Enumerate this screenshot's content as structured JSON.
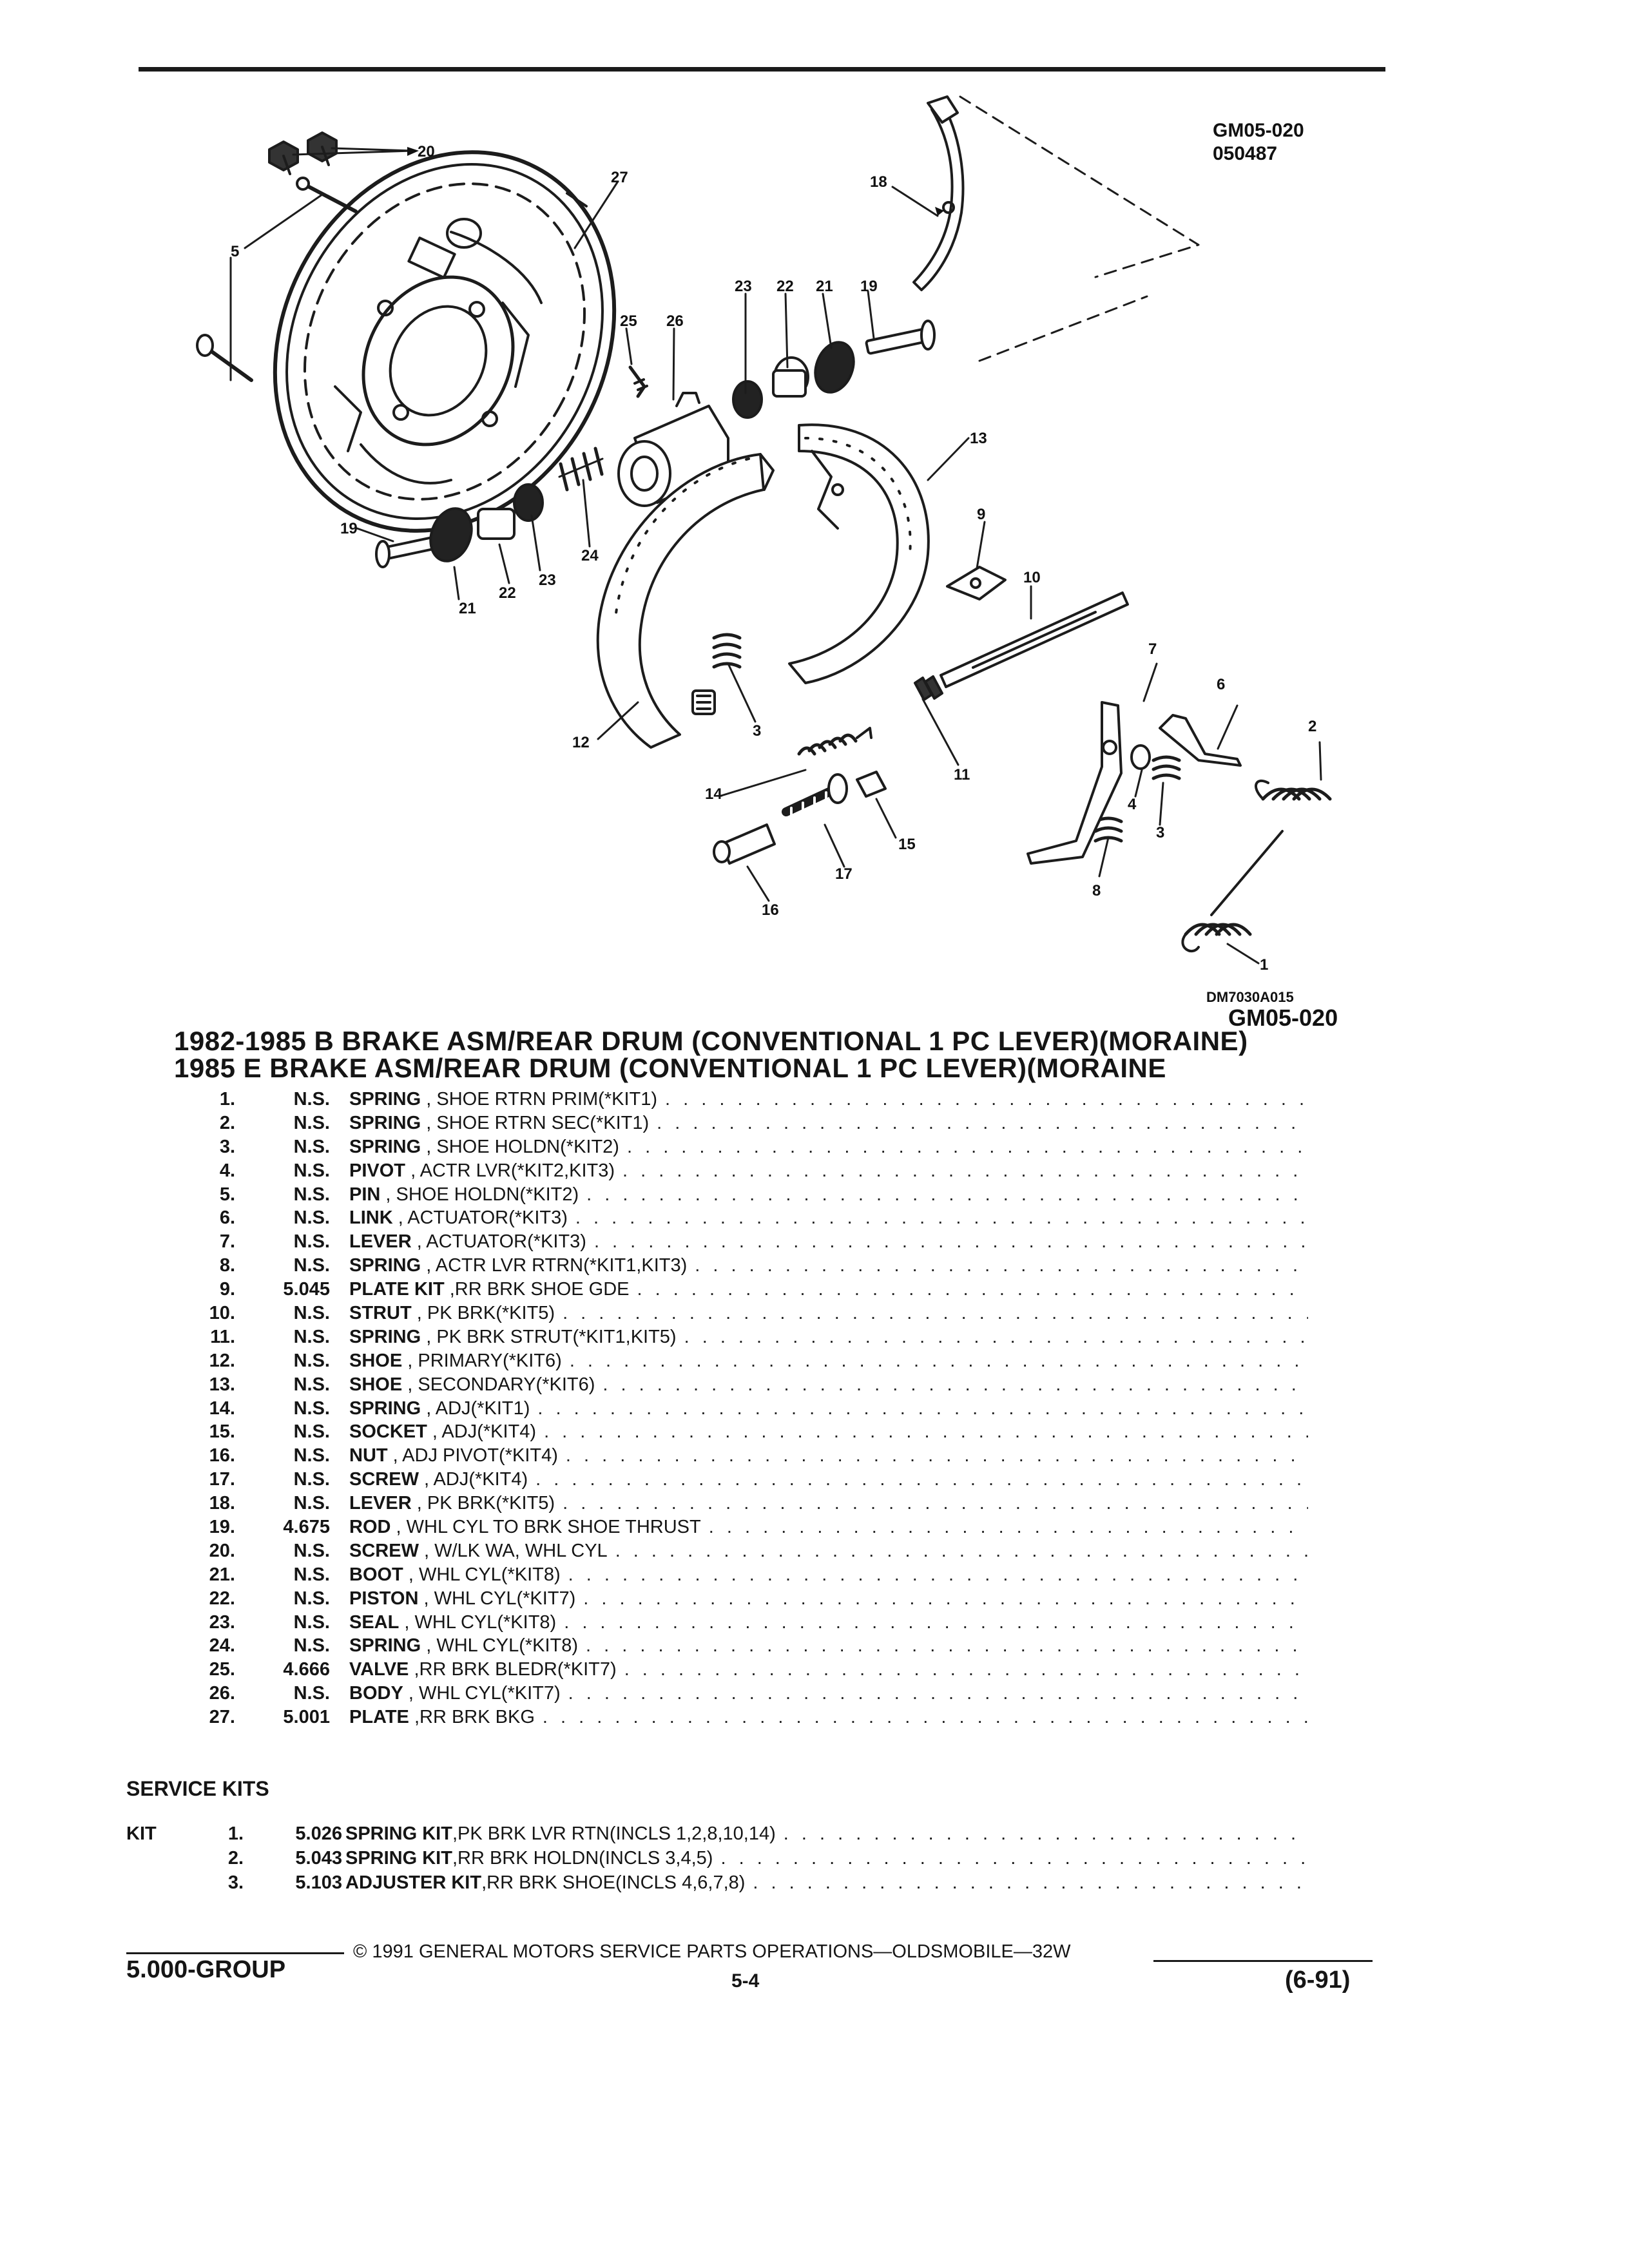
{
  "diagram": {
    "code_top": "GM05-020",
    "date_code": "050487",
    "drawing_number": "DM7030A015",
    "code_bottom": "GM05-020"
  },
  "callouts": [
    "1",
    "2",
    "3",
    "3",
    "4",
    "5",
    "6",
    "7",
    "8",
    "9",
    "10",
    "11",
    "12",
    "13",
    "14",
    "15",
    "16",
    "17",
    "18",
    "19",
    "19",
    "20",
    "21",
    "21",
    "22",
    "22",
    "23",
    "23",
    "24",
    "25",
    "26",
    "27"
  ],
  "title_lines": [
    "1982-1985 B BRAKE ASM/REAR DRUM (CONVENTIONAL 1 PC LEVER)(MORAINE)",
    "1985 E BRAKE ASM/REAR DRUM (CONVENTIONAL 1 PC LEVER)(MORAINE"
  ],
  "parts": [
    {
      "num": "1.",
      "code": "N.S.",
      "name": "SPRING",
      "desc": ", SHOE RTRN PRIM(*KIT1)"
    },
    {
      "num": "2.",
      "code": "N.S.",
      "name": "SPRING",
      "desc": ", SHOE RTRN SEC(*KIT1)"
    },
    {
      "num": "3.",
      "code": "N.S.",
      "name": "SPRING",
      "desc": ", SHOE HOLDN(*KIT2)"
    },
    {
      "num": "4.",
      "code": "N.S.",
      "name": "PIVOT",
      "desc": ", ACTR LVR(*KIT2,KIT3)"
    },
    {
      "num": "5.",
      "code": "N.S.",
      "name": "PIN",
      "desc": ", SHOE HOLDN(*KIT2)"
    },
    {
      "num": "6.",
      "code": "N.S.",
      "name": "LINK",
      "desc": ", ACTUATOR(*KIT3)"
    },
    {
      "num": "7.",
      "code": "N.S.",
      "name": "LEVER",
      "desc": ", ACTUATOR(*KIT3)"
    },
    {
      "num": "8.",
      "code": "N.S.",
      "name": "SPRING",
      "desc": ", ACTR LVR RTRN(*KIT1,KIT3)"
    },
    {
      "num": "9.",
      "code": "5.045",
      "name": "PLATE KIT",
      "desc": ",RR BRK SHOE GDE"
    },
    {
      "num": "10.",
      "code": "N.S.",
      "name": "STRUT",
      "desc": ", PK BRK(*KIT5)"
    },
    {
      "num": "11.",
      "code": "N.S.",
      "name": "SPRING",
      "desc": ", PK BRK STRUT(*KIT1,KIT5)"
    },
    {
      "num": "12.",
      "code": "N.S.",
      "name": "SHOE",
      "desc": ", PRIMARY(*KIT6)"
    },
    {
      "num": "13.",
      "code": "N.S.",
      "name": "SHOE",
      "desc": ", SECONDARY(*KIT6)"
    },
    {
      "num": "14.",
      "code": "N.S.",
      "name": "SPRING",
      "desc": ", ADJ(*KIT1)"
    },
    {
      "num": "15.",
      "code": "N.S.",
      "name": "SOCKET",
      "desc": ", ADJ(*KIT4)"
    },
    {
      "num": "16.",
      "code": "N.S.",
      "name": "NUT",
      "desc": ", ADJ PIVOT(*KIT4)"
    },
    {
      "num": "17.",
      "code": "N.S.",
      "name": "SCREW",
      "desc": ", ADJ(*KIT4)"
    },
    {
      "num": "18.",
      "code": "N.S.",
      "name": "LEVER",
      "desc": ", PK BRK(*KIT5)"
    },
    {
      "num": "19.",
      "code": "4.675",
      "name": "ROD",
      "desc": ", WHL CYL TO BRK SHOE THRUST"
    },
    {
      "num": "20.",
      "code": "N.S.",
      "name": "SCREW",
      "desc": ", W/LK WA, WHL CYL"
    },
    {
      "num": "21.",
      "code": "N.S.",
      "name": "BOOT",
      "desc": ", WHL CYL(*KIT8)"
    },
    {
      "num": "22.",
      "code": "N.S.",
      "name": "PISTON",
      "desc": ", WHL CYL(*KIT7)"
    },
    {
      "num": "23.",
      "code": "N.S.",
      "name": "SEAL",
      "desc": ", WHL CYL(*KIT8)"
    },
    {
      "num": "24.",
      "code": "N.S.",
      "name": "SPRING",
      "desc": ", WHL CYL(*KIT8)"
    },
    {
      "num": "25.",
      "code": "4.666",
      "name": "VALVE",
      "desc": ",RR BRK BLEDR(*KIT7)"
    },
    {
      "num": "26.",
      "code": "N.S.",
      "name": "BODY",
      "desc": ", WHL CYL(*KIT7)"
    },
    {
      "num": "27.",
      "code": "5.001",
      "name": "PLATE",
      "desc": ",RR BRK BKG"
    }
  ],
  "service_kits": {
    "heading": "SERVICE KITS",
    "label": "KIT",
    "items": [
      {
        "num": "1.",
        "code": "5.026",
        "name": "SPRING KIT",
        "desc": ",PK BRK LVR RTN(INCLS 1,2,8,10,14)"
      },
      {
        "num": "2.",
        "code": "5.043",
        "name": "SPRING KIT",
        "desc": ",RR BRK HOLDN(INCLS 3,4,5)"
      },
      {
        "num": "3.",
        "code": "5.103",
        "name": "ADJUSTER KIT",
        "desc": ",RR BRK SHOE(INCLS 4,6,7,8)"
      }
    ]
  },
  "footer": {
    "copyright": "© 1991 GENERAL MOTORS SERVICE PARTS OPERATIONS—OLDSMOBILE—32W",
    "group": "5.000-GROUP",
    "page": "5-4",
    "revision": "(6-91)"
  }
}
